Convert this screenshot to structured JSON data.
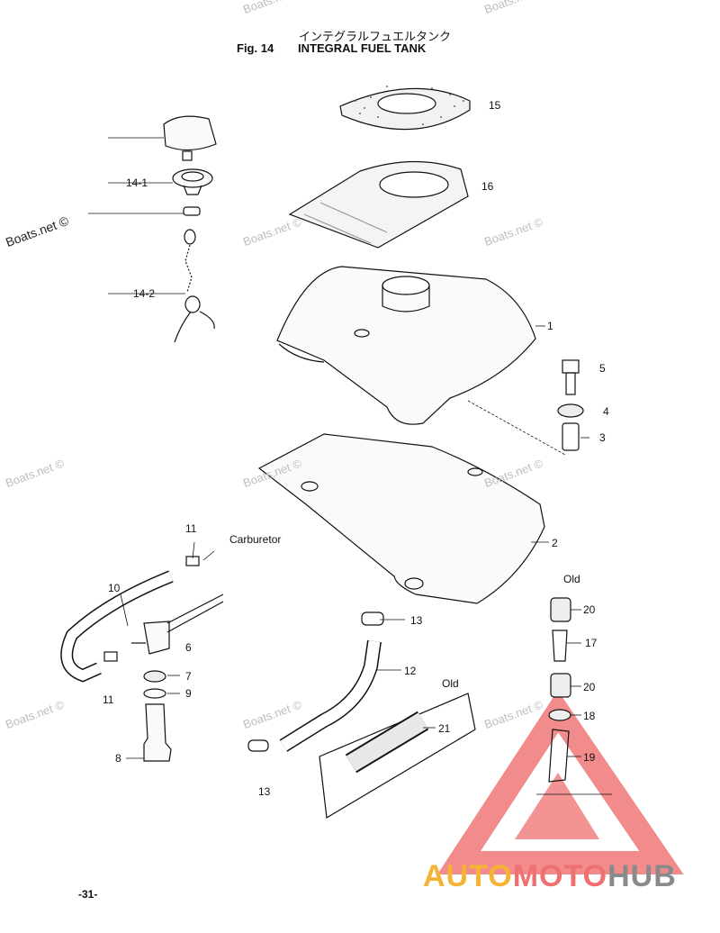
{
  "header": {
    "title_jp": "インテグラルフュエルタンク",
    "fig_no": "Fig. 14",
    "title": "INTEGRAL FUEL TANK"
  },
  "labels": {
    "p15": "15",
    "p16": "16",
    "p14_1": "14-1",
    "p14_2": "14-2",
    "p1": "1",
    "p5": "5",
    "p4": "4",
    "p3": "3",
    "p2": "2",
    "p11a": "11",
    "carburetor": "Carburetor",
    "p10": "10",
    "p6": "6",
    "p7": "7",
    "p9": "9",
    "p11b": "11",
    "p8": "8",
    "p13a": "13",
    "p12": "12",
    "old1": "Old",
    "p21": "21",
    "p13b": "13",
    "old2": "Old",
    "p20a": "20",
    "p17": "17",
    "p20b": "20",
    "p18": "18",
    "p19": "19"
  },
  "watermark": "Boats.net ©",
  "page_number": "-31-",
  "brand": {
    "part1": "AUTO",
    "part2": "MOTO",
    "part3": "HUB"
  },
  "colors": {
    "brand_yellow": "#f5b335",
    "brand_red": "#ef7070",
    "brand_grey": "#8a8a8a",
    "triangle": "#f07878"
  }
}
